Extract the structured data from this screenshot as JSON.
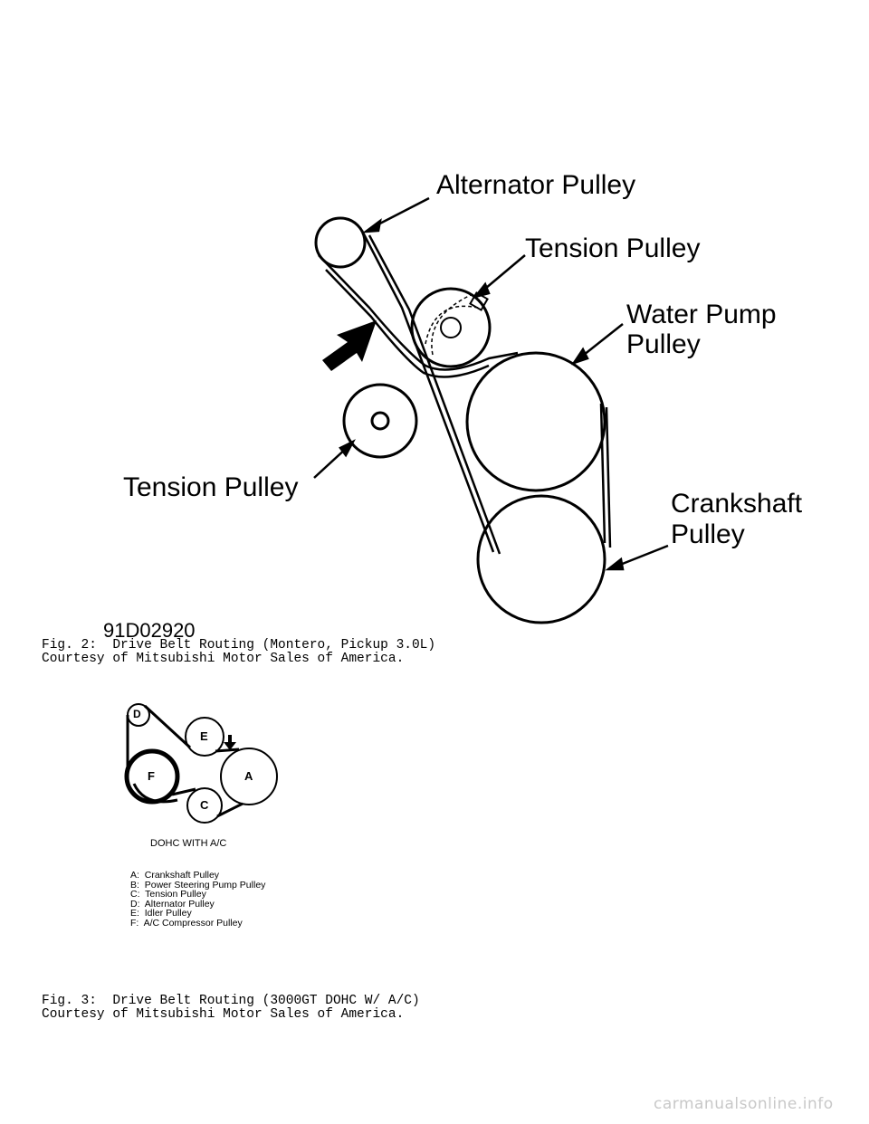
{
  "figure2": {
    "labels": {
      "alternator": "Alternator Pulley",
      "tension_top": "Tension Pulley",
      "water_pump_line1": "Water Pump",
      "water_pump_line2": "Pulley",
      "tension_left": "Tension Pulley",
      "crankshaft_line1": "Crankshaft",
      "crankshaft_line2": "Pulley"
    },
    "code": "91D02920",
    "caption_line1": "Fig. 2:  Drive Belt Routing (Montero, Pickup 3.0L)",
    "caption_line2": "Courtesy of Mitsubishi Motor Sales of America."
  },
  "figure3": {
    "pulley_letters": {
      "d": "D",
      "e": "E",
      "f": "F",
      "a": "A",
      "c": "C"
    },
    "subtitle": "DOHC WITH A/C",
    "legend": [
      "A:  Crankshaft Pulley",
      "B:  Power Steering Pump Pulley",
      "C:  Tension Pulley",
      "D:  Alternator Pulley",
      "E:  Idler Pulley",
      "F:  A/C Compressor Pulley"
    ],
    "caption_line1": "Fig. 3:  Drive Belt Routing (3000GT DOHC W/ A/C)",
    "caption_line2": "Courtesy of Mitsubishi Motor Sales of America."
  },
  "watermark": "carmanualsonline.info"
}
